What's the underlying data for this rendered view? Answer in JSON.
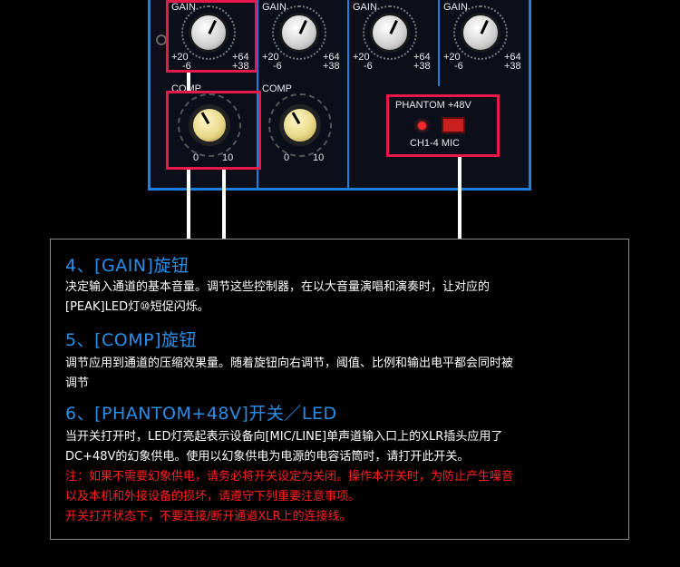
{
  "panel": {
    "gain_label": "GAIN",
    "gain_left": "+20",
    "gain_right": "+64",
    "gain_sub_left": "-6",
    "gain_sub_right": "+38",
    "comp_label": "COMP",
    "comp_min": "0",
    "comp_max": "10",
    "phantom_label": "PHANTOM +48V",
    "phantom_sub": "CH1-4 MIC"
  },
  "section4": {
    "title": "4、[GAIN]旋钮",
    "line1": "决定输入通道的基本音量。调节这些控制器，在以大音量演唱和演奏时，让对应的",
    "line2": "[PEAK]LED灯⑩短促闪烁。"
  },
  "section5": {
    "title": "5、[COMP]旋钮",
    "line1": "调节应用到通道的压缩效果量。随着旋钮向右调节，阈值、比例和输出电平都会同时被",
    "line2": "调节"
  },
  "section6": {
    "title": "6、[PHANTOM+48V]开关／LED",
    "line1": "当开关打开时，LED灯亮起表示设备向[MIC/LINE]单声道输入口上的XLR插头应用了",
    "line2": "DC+48V的幻象供电。使用以幻象供电为电源的电容话筒时，请打开此开关。",
    "warn1": "注：如果不需要幻象供电，请务必将开关设定为关闭。操作本开关时，为防止产生噪音",
    "warn2": "以及本机和外接设备的损坏，请遵守下列重要注意事项。",
    "warn3": "开关打开状态下，不要连接/断开通道XLR上的连接线。"
  },
  "colors": {
    "accent": "#2a8fe8",
    "highlight": "#e6194b",
    "warning": "#ff2020",
    "panel_border": "#1d7fe0"
  }
}
